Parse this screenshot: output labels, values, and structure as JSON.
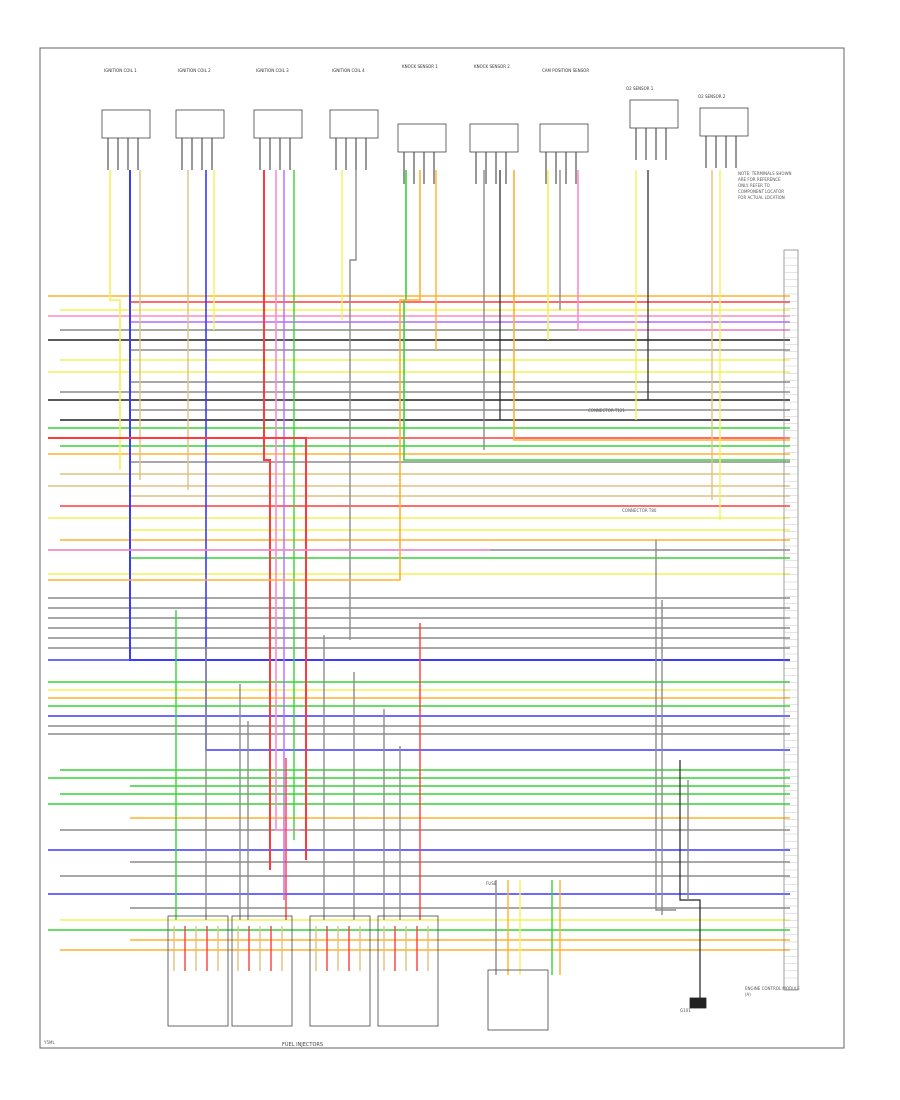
{
  "diagram": {
    "footer_code": "Y5ML",
    "bottom_caption": "FUEL INJECTORS",
    "ecm_caption": "ENGINE CONTROL MODULE",
    "ecm_note": "(A)",
    "fuse_caption": "FUSE",
    "gnd_caption": "G101",
    "note_lines": [
      "NOTE: TERMINALS SHOWN",
      "ARE FOR REFERENCE",
      "ONLY. REFER TO",
      "COMPONENT LOCATOR",
      "FOR ACTUAL LOCATION"
    ],
    "top_components": [
      "IGNITION COIL 1",
      "IGNITION COIL 2",
      "IGNITION COIL 3",
      "IGNITION COIL 4",
      "KNOCK SENSOR 1",
      "KNOCK SENSOR 2",
      "CAM POSITION SENSOR",
      "O2 SENSOR 1",
      "O2 SENSOR 2"
    ],
    "connector_callouts": [
      "CONNECTOR T121",
      "CONNECTOR T80"
    ],
    "colors": {
      "red": "#ff3b3b",
      "blue": "#3a3aff",
      "green": "#37d437",
      "yellow": "#f2f25a",
      "orange": "#ffb030",
      "pink": "#ff8cc8",
      "violet": "#b46bff",
      "gray": "#8c8c8c",
      "black": "#222222",
      "tan": "#e0c080"
    }
  }
}
